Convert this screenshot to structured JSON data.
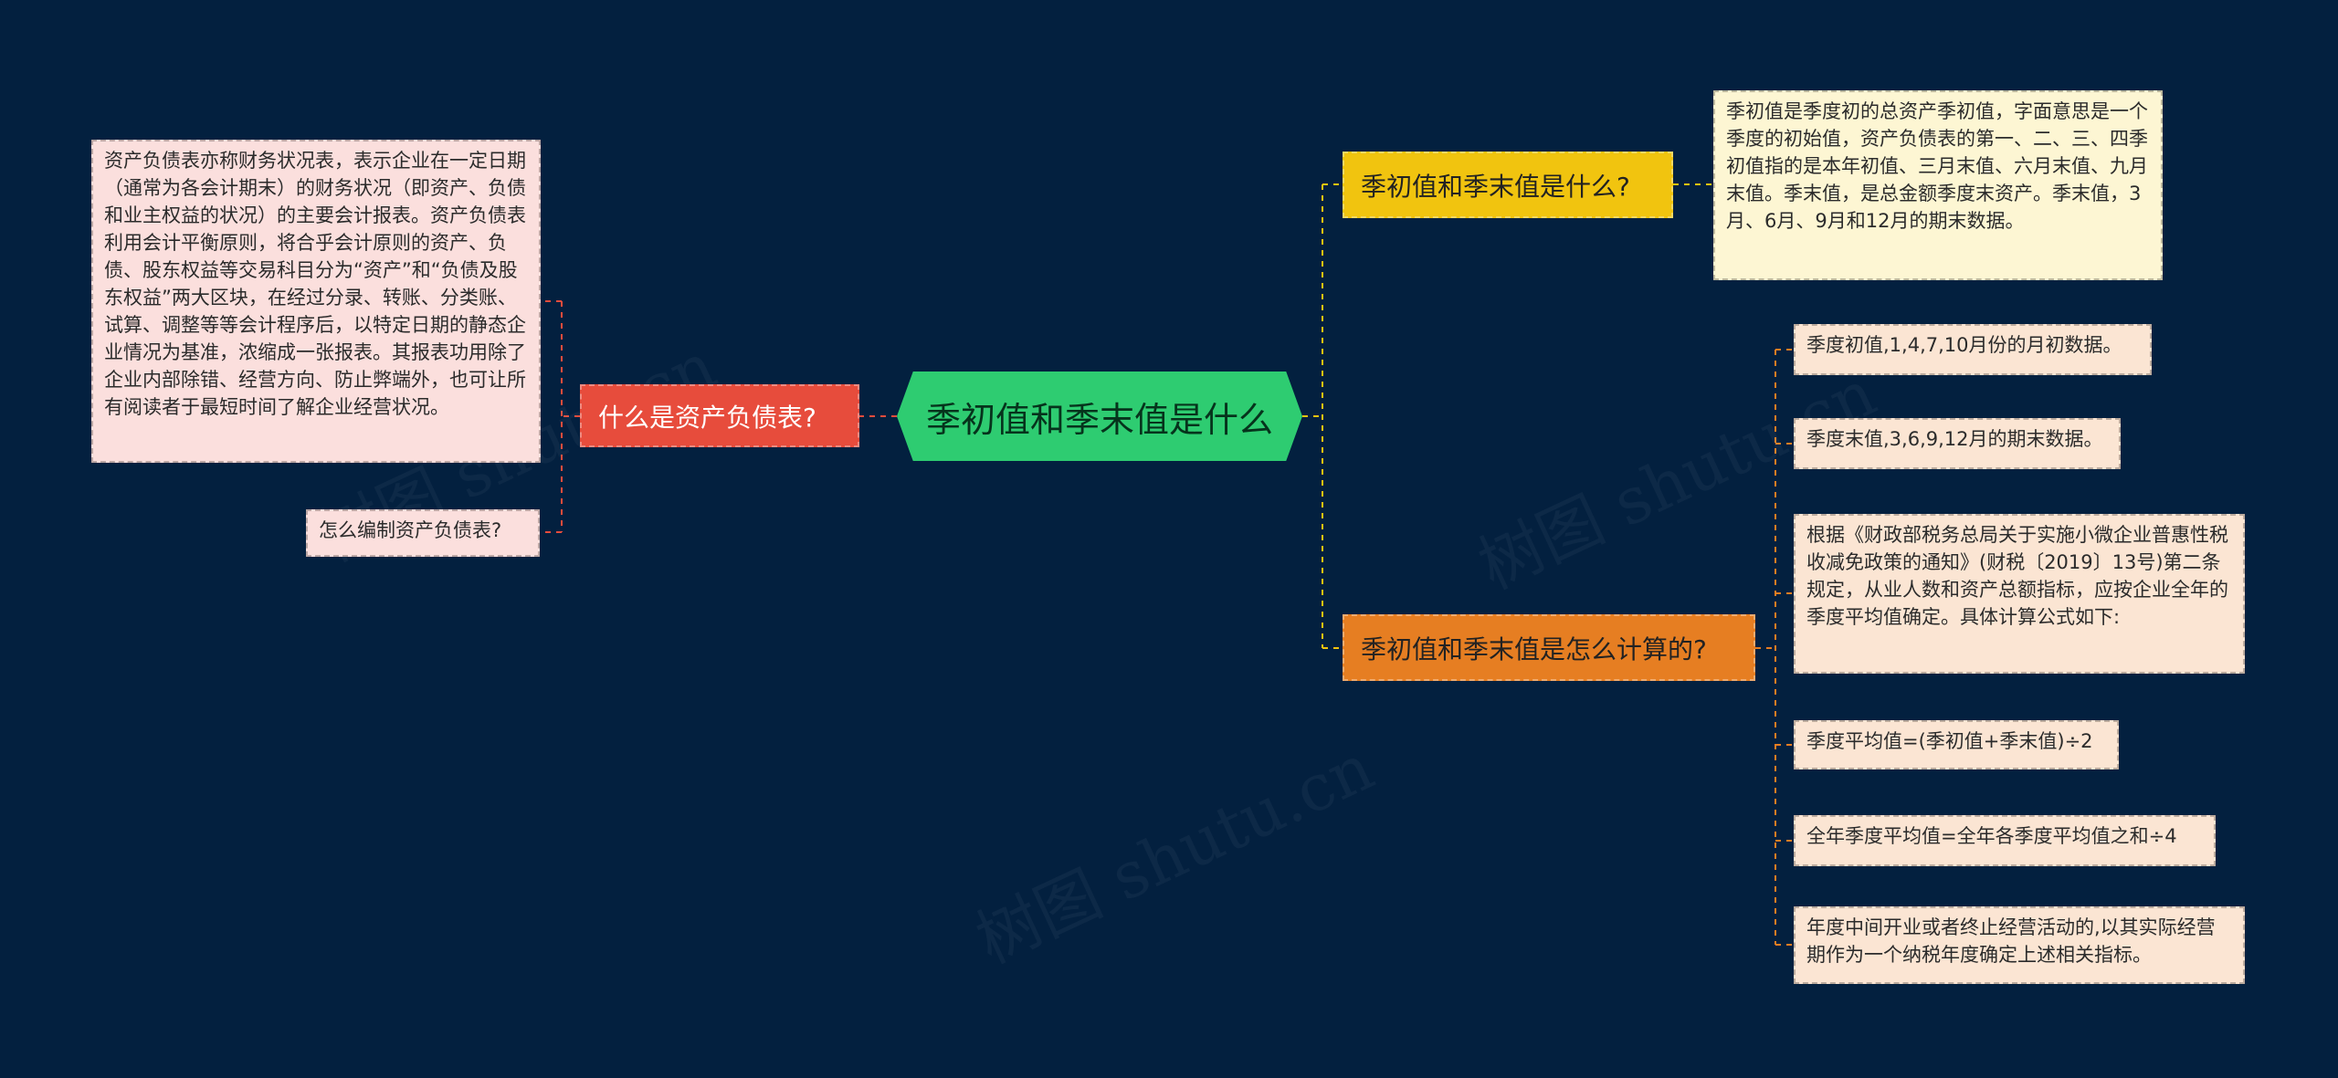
{
  "root": {
    "label": "季初值和季末值是什么",
    "color": "#2ecc71"
  },
  "left_branch": {
    "label": "什么是资产负债表?",
    "color": "#e74c3c",
    "leaves": [
      "资产负债表亦称财务状况表，表示企业在一定日期（通常为各会计期末）的财务状况（即资产、负债和业主权益的状况）的主要会计报表。资产负债表利用会计平衡原则，将合乎会计原则的资产、负债、股东权益等交易科目分为“资产”和“负债及股东权益”两大区块，在经过分录、转账、分类账、试算、调整等等会计程序后，以特定日期的静态企业情况为基准，浓缩成一张报表。其报表功用除了企业内部除错、经营方向、防止弊端外，也可让所有阅读者于最短时间了解企业经营状况。",
      "怎么编制资产负债表?"
    ]
  },
  "right_branch_1": {
    "label": "季初值和季末值是什么?",
    "color": "#f1c40f",
    "leaves": [
      "季初值是季度初的总资产季初值，字面意思是一个季度的初始值，资产负债表的第一、二、三、四季初值指的是本年初值、三月末值、六月末值、九月末值。季末值，是总金额季度末资产。季末值，3月、6月、9月和12月的期末数据。"
    ]
  },
  "right_branch_2": {
    "label": "季初值和季末值是怎么计算的?",
    "color": "#e67e22",
    "leaves": [
      "季度初值,1,4,7,10月份的月初数据。",
      "季度末值,3,6,9,12月的期末数据。",
      "根据《财政部税务总局关于实施小微企业普惠性税收减免政策的通知》(财税〔2019〕13号)第二条规定，从业人数和资产总额指标，应按企业全年的季度平均值确定。具体计算公式如下:",
      "季度平均值=(季初值+季末值)÷2",
      "全年季度平均值=全年各季度平均值之和÷4",
      "年度中间开业或者终止经营活动的,以其实际经营期作为一个纳税年度确定上述相关指标。"
    ]
  },
  "watermarks": [
    "树图 shutu.cn",
    "树图 shutu.cn",
    "树图 shutu.cn"
  ]
}
